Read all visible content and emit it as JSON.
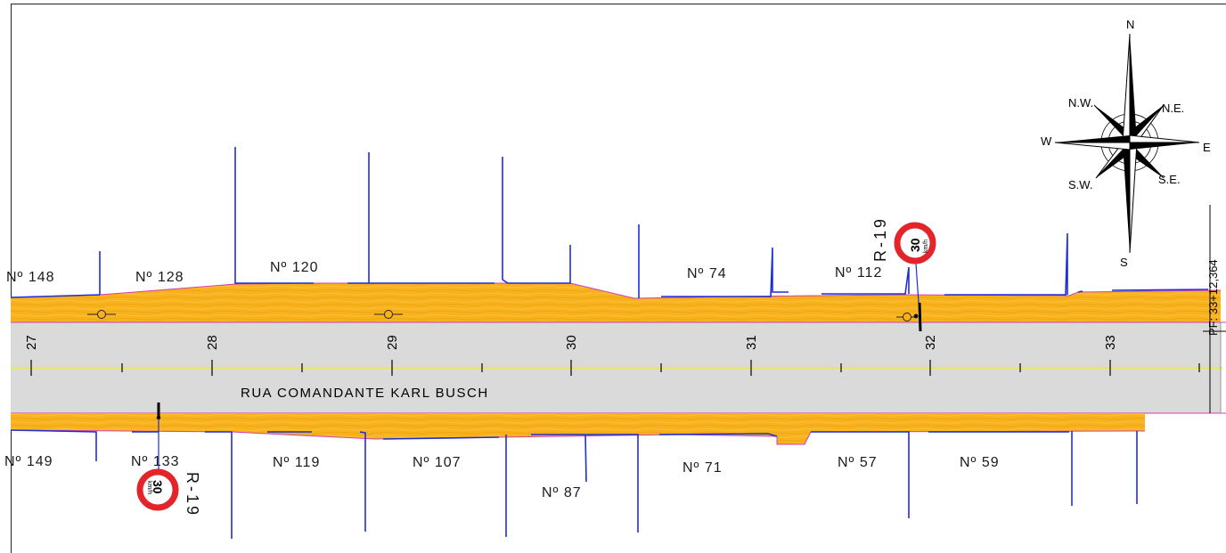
{
  "street_name": "RUA COMANDANTE KARL BUSCH",
  "chainage_label": "PF: 33+12,364",
  "stations": [
    "27",
    "28",
    "29",
    "30",
    "31",
    "32",
    "33"
  ],
  "north_lots": [
    {
      "label": "Nº 148"
    },
    {
      "label": "Nº 128"
    },
    {
      "label": "Nº 120"
    },
    {
      "label": "Nº 74"
    },
    {
      "label": "Nº 112"
    }
  ],
  "south_lots": [
    {
      "label": "Nº 149"
    },
    {
      "label": "Nº 133"
    },
    {
      "label": "Nº 119"
    },
    {
      "label": "Nº 107"
    },
    {
      "label": "Nº 87"
    },
    {
      "label": "Nº 71"
    },
    {
      "label": "Nº 57"
    },
    {
      "label": "Nº 59"
    }
  ],
  "signs": [
    {
      "code": "R-19",
      "speed": "30",
      "unit": "km/h"
    },
    {
      "code": "R-19",
      "speed": "30",
      "unit": "km/h"
    }
  ],
  "compass": {
    "n": "N",
    "s": "S",
    "e": "E",
    "w": "W",
    "ne": "N.E.",
    "nw": "N.W.",
    "se": "S.E.",
    "sw": "S.W."
  },
  "colors": {
    "road": "#dadada",
    "sidewalk": "#f7b21c",
    "wall": "#1f2fd6",
    "centerline": "#f2ee1a",
    "edge": "#d23fb4",
    "sign_ring": "#e3242b"
  }
}
